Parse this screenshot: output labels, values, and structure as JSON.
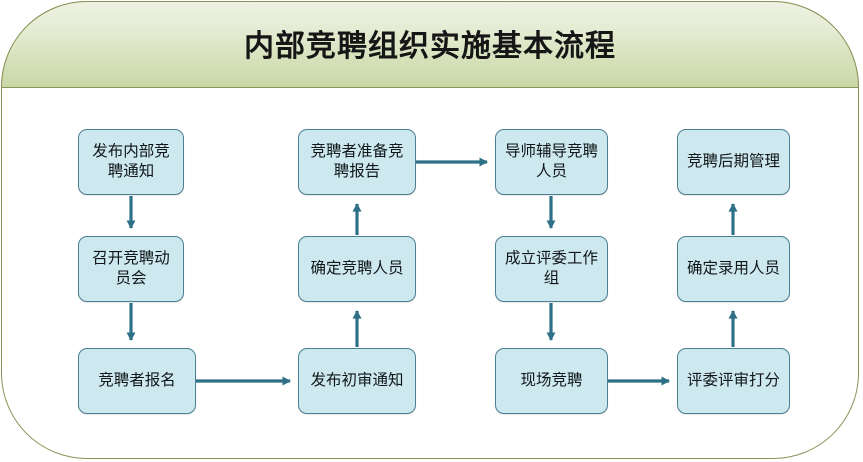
{
  "header": {
    "title": "内部竞聘组织实施基本流程"
  },
  "colors": {
    "header_gradient_top": "#eef2e2",
    "header_gradient_bottom": "#c9d7a8",
    "frame_border": "#8b9457",
    "node_fill": "#cde8ef",
    "node_border": "#4d7f92",
    "connector": "#2e7087",
    "text": "#10161a",
    "background": "#ffffff"
  },
  "diagram": {
    "type": "flowchart",
    "columns": 4,
    "rows": 3,
    "nodes": [
      {
        "id": "n1",
        "label": "发布内部竞聘通知",
        "column": 1,
        "row": 1
      },
      {
        "id": "n2",
        "label": "召开竞聘动员会",
        "column": 1,
        "row": 2
      },
      {
        "id": "n3",
        "label": "竞聘者报名",
        "column": 1,
        "row": 3
      },
      {
        "id": "n4",
        "label": "竞聘者准备竞聘报告",
        "column": 2,
        "row": 1
      },
      {
        "id": "n5",
        "label": "确定竞聘人员",
        "column": 2,
        "row": 2
      },
      {
        "id": "n6",
        "label": "发布初审通知",
        "column": 2,
        "row": 3
      },
      {
        "id": "n7",
        "label": "导师辅导竞聘人员",
        "column": 3,
        "row": 1
      },
      {
        "id": "n8",
        "label": "成立评委工作组",
        "column": 3,
        "row": 2
      },
      {
        "id": "n9",
        "label": "现场竞聘",
        "column": 3,
        "row": 3
      },
      {
        "id": "n10",
        "label": "竞聘后期管理",
        "column": 4,
        "row": 1
      },
      {
        "id": "n11",
        "label": "确定录用人员",
        "column": 4,
        "row": 2
      },
      {
        "id": "n12",
        "label": "评委评审打分",
        "column": 4,
        "row": 3
      }
    ],
    "edges": [
      {
        "from": "n1",
        "to": "n2",
        "direction": "down"
      },
      {
        "from": "n2",
        "to": "n3",
        "direction": "down"
      },
      {
        "from": "n3",
        "to": "n6",
        "direction": "right"
      },
      {
        "from": "n6",
        "to": "n5",
        "direction": "up"
      },
      {
        "from": "n5",
        "to": "n4",
        "direction": "up"
      },
      {
        "from": "n4",
        "to": "n7",
        "direction": "right"
      },
      {
        "from": "n7",
        "to": "n8",
        "direction": "down"
      },
      {
        "from": "n8",
        "to": "n9",
        "direction": "down"
      },
      {
        "from": "n9",
        "to": "n12",
        "direction": "right"
      },
      {
        "from": "n12",
        "to": "n11",
        "direction": "up"
      },
      {
        "from": "n11",
        "to": "n10",
        "direction": "up"
      }
    ]
  }
}
